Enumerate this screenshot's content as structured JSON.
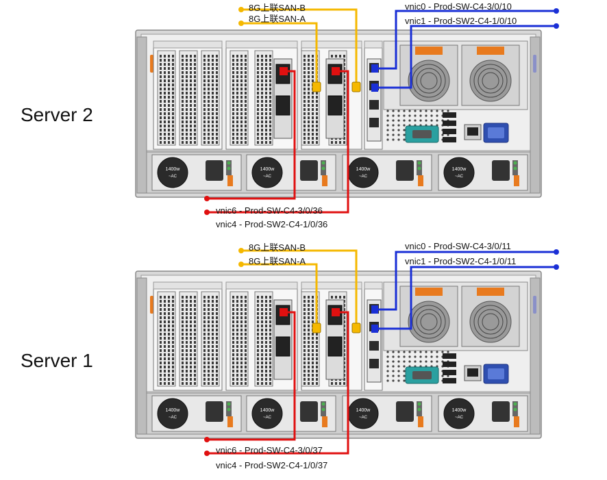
{
  "colors": {
    "san": "#f5b800",
    "vnic_upper": "#1a2fd6",
    "vnic_lower": "#e01010",
    "chassis": "#d8d8d8",
    "chassis_dark": "#5a5a5a",
    "vga": "#2f4fb0",
    "serial": "#2aa0a0",
    "fan_orange": "#e87a1e",
    "psu_fan": "#2a2a2a"
  },
  "servers": [
    {
      "title": "Server 2",
      "san_b": "8G上联SAN-B",
      "san_a": "8G上联SAN-A",
      "vnic0": "vnic0 - Prod-SW-C4-3/0/10",
      "vnic1": "vnic1 - Prod-SW2-C4-1/0/10",
      "vnic6": "vnic6 - Prod-SW-C4-3/0/36",
      "vnic4": "vnic4 - Prod-SW2-C4-1/0/36",
      "psu_rating": "1400w",
      "psu_ac": "~AC"
    },
    {
      "title": "Server 1",
      "san_b": "8G上联SAN-B",
      "san_a": "8G上联SAN-A",
      "vnic0": "vnic0 - Prod-SW-C4-3/0/11",
      "vnic1": "vnic1 - Prod-SW2-C4-1/0/11",
      "vnic6": "vnic6 - Prod-SW-C4-3/0/37",
      "vnic4": "vnic4 - Prod-SW2-C4-1/0/37",
      "psu_rating": "1400w",
      "psu_ac": "~AC"
    }
  ]
}
